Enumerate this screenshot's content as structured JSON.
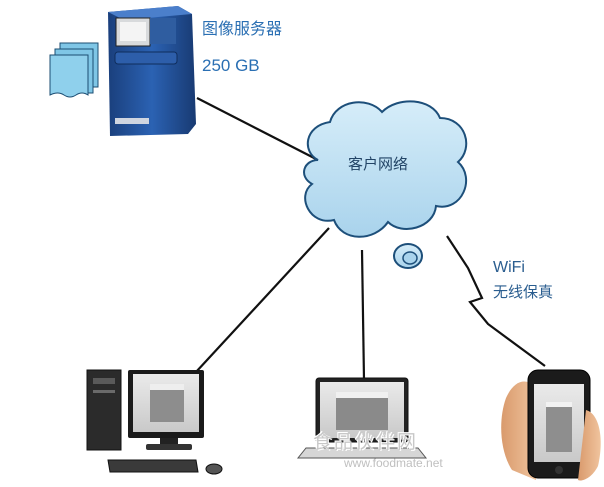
{
  "server": {
    "title": "图像服务器",
    "capacity": "250 GB"
  },
  "network": {
    "label": "客户网络"
  },
  "wireless": {
    "label": "WiFi",
    "sublabel": "无线保真"
  },
  "watermark": {
    "chinese": "食品伙伴网",
    "url": "www.foodmate.net"
  },
  "icons": [
    "document-stack-icon",
    "imaging-server-icon",
    "cloud-network-icon",
    "desktop-computer-icon",
    "laptop-computer-icon",
    "smartphone-icon"
  ],
  "colors": {
    "cloud_fill": "#bfe0f2",
    "cloud_stroke": "#1d4f7a",
    "server_blue": "#1e4f9a",
    "connector": "#111111",
    "label_blue": "#2a6fb3"
  }
}
